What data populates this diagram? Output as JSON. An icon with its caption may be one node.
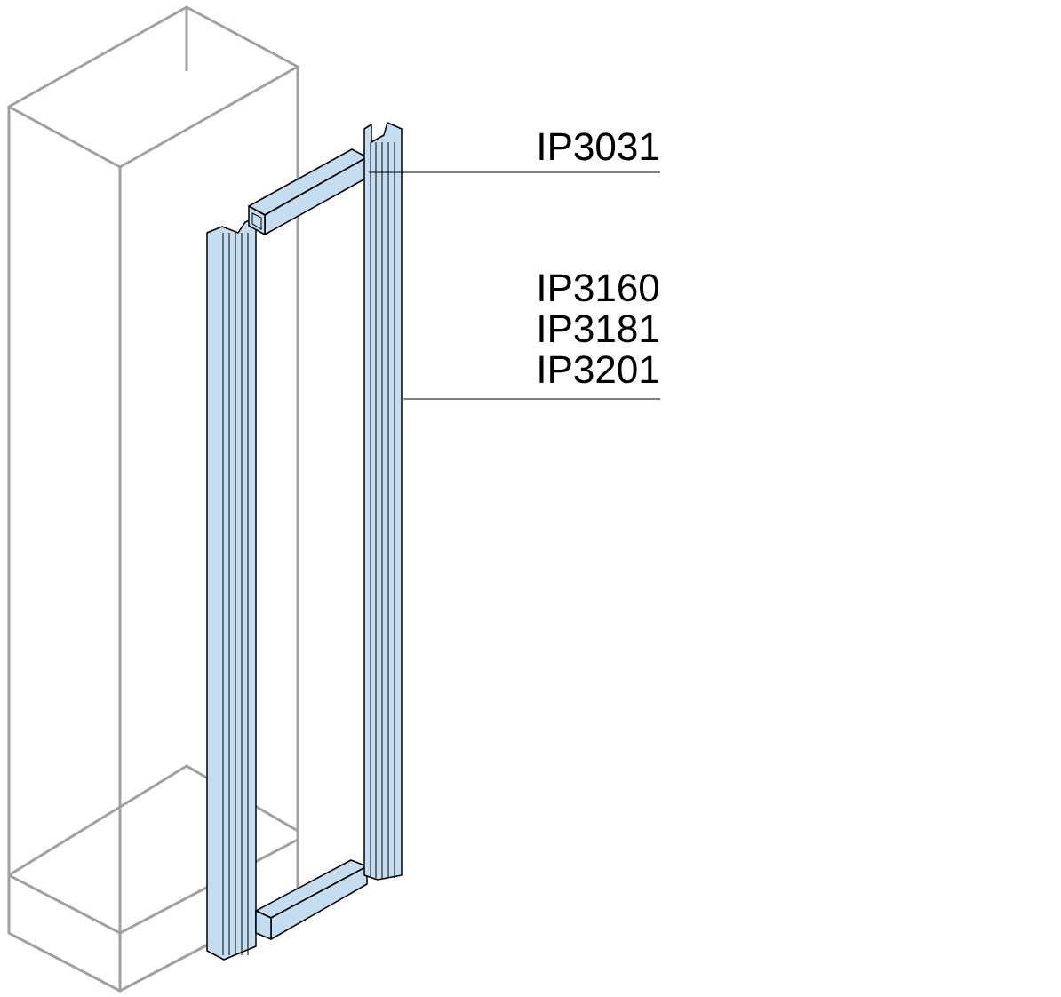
{
  "diagram": {
    "nodes": [
      {
        "text": [
          "IP3031"
        ]
      },
      {
        "text": [],
        "shape": "bar"
      },
      {
        "text": [
          "IP3160 IP3181 IP3201"
        ]
      },
      {
        "text": [],
        "shape": "bar"
      }
    ],
    "edges": [
      {
        "from": 0,
        "to": 1,
        "arrow": "none"
      },
      {
        "from": 2,
        "to": 3,
        "arrow": "none"
      }
    ]
  }
}
